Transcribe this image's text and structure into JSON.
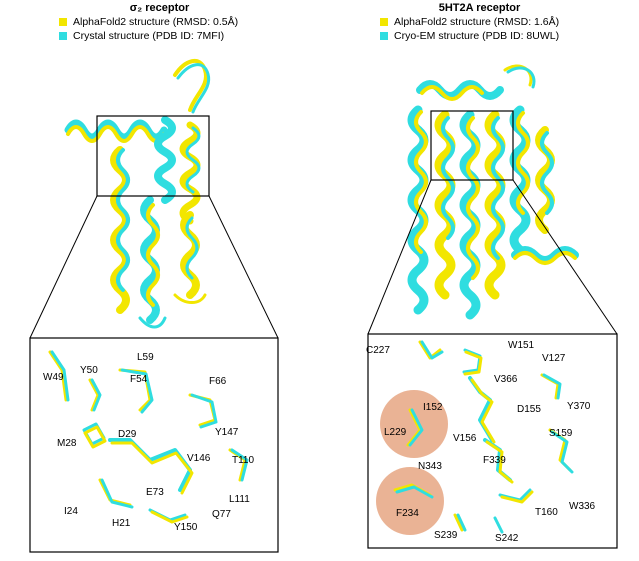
{
  "colors": {
    "alphafold": "#f2e600",
    "experimental": "#2fdde0",
    "highlight": "#e39a72"
  },
  "left": {
    "title": "σ₂ receptor",
    "legend": [
      {
        "label": "AlphaFold2 structure (RMSD: 0.5Å)",
        "color": "#f2e600"
      },
      {
        "label": "Crystal structure (PDB ID: 7MFI)",
        "color": "#2fdde0"
      }
    ],
    "residues": [
      "W49",
      "Y50",
      "L59",
      "F54",
      "F66",
      "M28",
      "D29",
      "Y147",
      "V146",
      "T110",
      "E73",
      "L111",
      "I24",
      "H21",
      "Y150",
      "Q77"
    ]
  },
  "right": {
    "title": "5HT2A receptor",
    "legend": [
      {
        "label": "AlphaFold2 structure (RMSD: 1.6Å)",
        "color": "#f2e600"
      },
      {
        "label": "Cryo-EM structure (PDB ID: 8UWL)",
        "color": "#2fdde0"
      }
    ],
    "residues": [
      "C227",
      "W151",
      "V127",
      "V366",
      "I152",
      "D155",
      "Y370",
      "L229",
      "S159",
      "V156",
      "N343",
      "F339",
      "W336",
      "F234",
      "T160",
      "S239",
      "S242"
    ]
  }
}
